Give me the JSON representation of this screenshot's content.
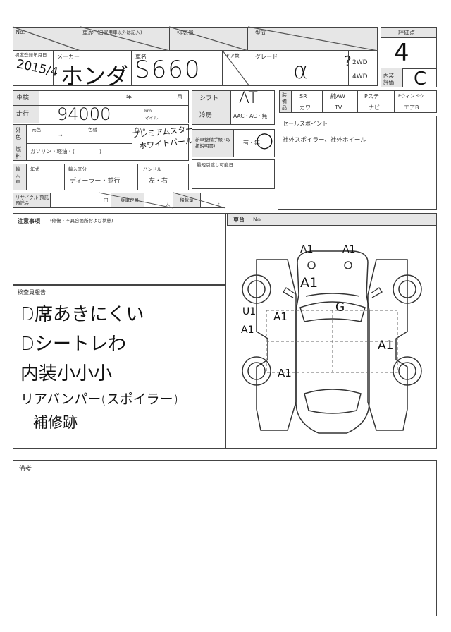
{
  "header": {
    "no_label": "No.",
    "history_label": "車歴",
    "history_note": "(自家用車以外は記入)",
    "displacement_label": "排気量",
    "model_code_label": "型式",
    "grade_score_label": "評価点",
    "grade_score_value": "4",
    "first_reg_label": "初度登録年月日",
    "first_reg_value": "2015/4",
    "maker_label": "メーカー",
    "maker_value": "ホンダ",
    "car_name_label": "車名",
    "car_name_value": "S660",
    "doors_label": "ドア数",
    "grade_label": "グレード",
    "grade_value": "α",
    "drive_2wd": "2WD",
    "drive_4wd": "4WD",
    "drive_mark": "?",
    "interior_label": "内装 評価",
    "interior_value": "C"
  },
  "spec": {
    "inspection_label": "車検",
    "year_label": "年",
    "month_label": "月",
    "mileage_label": "走行",
    "mileage_value": "94000",
    "mileage_unit_km": "km",
    "mileage_unit_mile": "マイル",
    "shift_label": "シフト",
    "shift_value": "AT",
    "aircon_label": "冷房",
    "aircon_options": "AAC・AC・無",
    "color_label": "外色",
    "color_original_label": "元色",
    "color_arrow": "→",
    "color_change_label": "色替",
    "color_value_line1": "プレミアムスター",
    "color_value_line2": "ホワイトパール",
    "color_code_label": "色No",
    "fuel_label": "燃料",
    "fuel_options": "ガソリン・軽油・(",
    "fuel_close": ")",
    "manual_label": "新車整備手帳 (取扱説明書)",
    "manual_value": "有・無",
    "import_label": "輸入車",
    "import_year_label": "年式",
    "import_type_label": "輸入区分",
    "import_type_options": "ディーラー・並行",
    "handle_label": "ハンドル",
    "handle_options": "左・右",
    "latest_date_label": "最短引渡し可能日",
    "recycle_label": "リサイクル 預託預託金",
    "recycle_unit": "円",
    "capacity_label": "乗車定員",
    "capacity_unit": "人",
    "load_label": "積載量",
    "load_unit": "t"
  },
  "equipment": {
    "label": "装備品",
    "items_row1": [
      "SR",
      "純AW",
      "Pステ",
      "Pウィンドウ"
    ],
    "items_row2": [
      "カワ",
      "TV",
      "ナビ",
      "エアB"
    ]
  },
  "sales_point": {
    "label": "セールスポイント",
    "text": "社外スポイラー、社外ホイール"
  },
  "notes": {
    "caution_label": "注意事項",
    "caution_note": "(修復・不具合箇所および状態)",
    "chassis_label": "車台",
    "chassis_no_label": "No.",
    "inspector_label": "検査員報告",
    "inspector_lines": [
      "D席あきにくい",
      "Dシートレわ",
      "内装小小小",
      "リアバンパー(スポイラー)",
      "補修跡"
    ],
    "remarks_label": "備考"
  },
  "diagram_marks": [
    "A1",
    "A1",
    "A1",
    "U1",
    "A1",
    "A1",
    "G",
    "A1",
    "A1"
  ]
}
